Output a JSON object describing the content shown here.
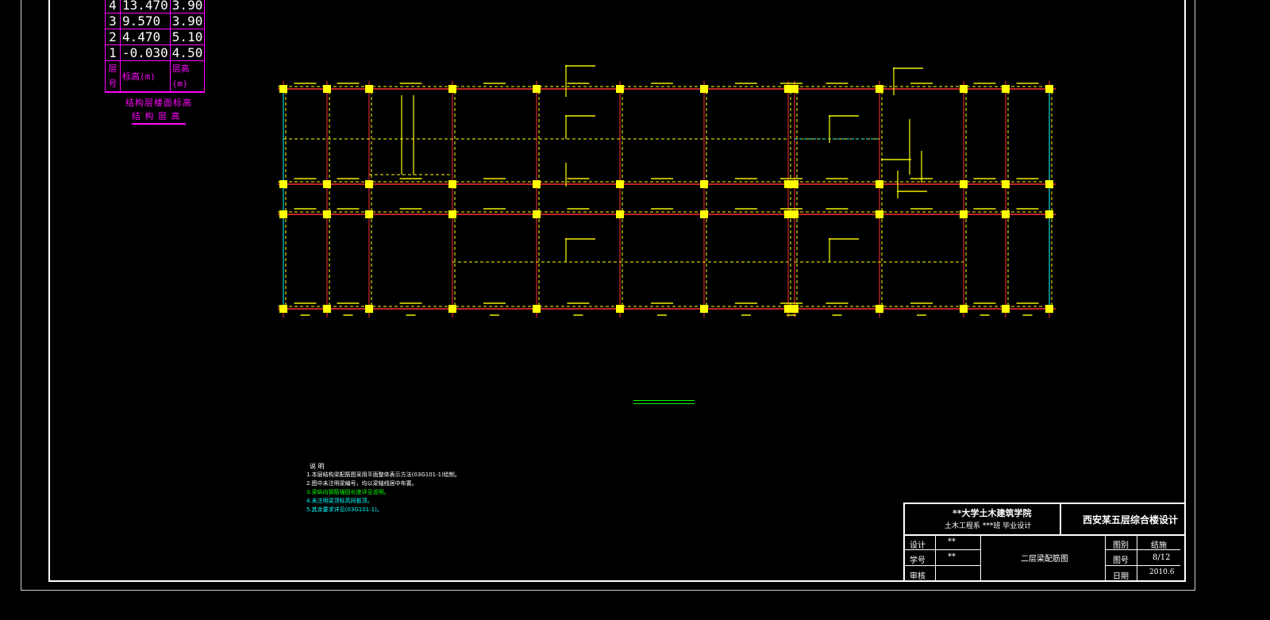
{
  "levels_table": {
    "rows": [
      {
        "level": "4",
        "elevation": "13.470",
        "height": "3.90"
      },
      {
        "level": "3",
        "elevation": "9.570",
        "height": "3.90"
      },
      {
        "level": "2",
        "elevation": "4.470",
        "height": "5.10"
      },
      {
        "level": "1",
        "elevation": "-0.030",
        "height": "4.50"
      }
    ],
    "header": {
      "level": "层号",
      "elevation": "标高(m)",
      "height": "层高(m)"
    },
    "caption_line1": "结构层楼面标高",
    "caption_line2": "结 构 层 高"
  },
  "notes": {
    "title": "说 明",
    "items": [
      "1.本层结构梁配筋图采用平面整体表示方法(03G101-1)绘制。",
      "2.图中未注明梁编号，均以梁轴线居中布置。",
      "3.梁纵向钢筋锚固长度详见说明。",
      "4.未注明梁顶标高同板顶。",
      "5.其余要求详见(03G101-1)。"
    ]
  },
  "title_block": {
    "school": "**大学土木建筑学院",
    "dept": "土木工程系 ***班 毕业设计",
    "project": "西安某五层综合楼设计",
    "drawing_name": "二层梁配筋图",
    "rows": [
      {
        "label": "设计",
        "value": "**"
      },
      {
        "label": "学号",
        "value": "**"
      },
      {
        "label": "审核",
        "value": ""
      }
    ],
    "right_rows": [
      {
        "label": "图别",
        "value": "结施"
      },
      {
        "label": "图号",
        "value": "8/12"
      },
      {
        "label": "日期",
        "value": "2010.6"
      }
    ]
  },
  "colors": {
    "background": "#000000",
    "axis_line": "#ff3030",
    "beam_dashed": "#ffff00",
    "column": "#ffff00",
    "annotation": "#ffff00",
    "cyan_beam": "#00ffff",
    "table": "#ff00ff",
    "frame": "#ffffff"
  }
}
